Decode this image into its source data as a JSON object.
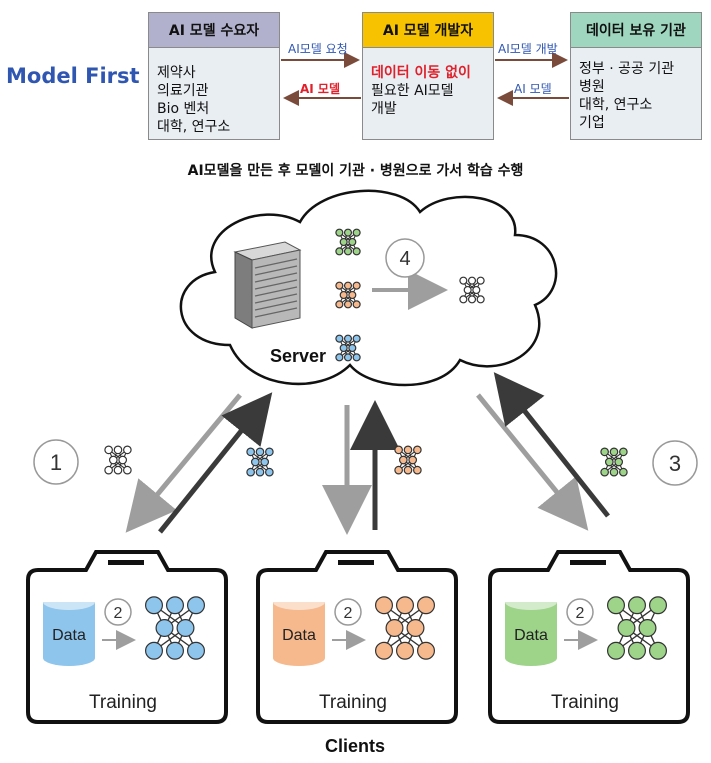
{
  "top": {
    "left_title": "Model First",
    "demand": {
      "title": "AI 모델 수요자",
      "lines": [
        "제약사",
        "의료기관",
        "Bio 벤처",
        "대학, 연구소"
      ]
    },
    "developer": {
      "title": "AI 모델 개발자",
      "highlight": "데이터 이동 없이",
      "lines": [
        "필요한 AI모델",
        "개발"
      ]
    },
    "holder": {
      "title": "데이터 보유 기관",
      "lines": [
        "정부 · 공공 기관",
        "병원",
        "대학, 연구소",
        "기업"
      ]
    },
    "arrows": {
      "request": "AI모델 요청",
      "model_left": "AI 모델",
      "develop": "AI모델 개발",
      "model_right": "AI 모델"
    },
    "caption": "AI모델을 만든 후 모델이 기관 · 병원으로 가서 학습 수행"
  },
  "diagram": {
    "server_label": "Server",
    "clients_label": "Clients",
    "step_numbers": [
      "1",
      "2",
      "3",
      "4"
    ],
    "data_label": "Data",
    "training_label": "Training",
    "colors": {
      "gray": "#9e9e9e",
      "blue": "#8ec5ec",
      "orange": "#f6b98d",
      "green": "#9ed38a",
      "header_purple": "#b1b1ce",
      "header_yellow": "#f7c200",
      "header_green": "#9fd6bf",
      "model_first": "#2f56b0"
    }
  }
}
